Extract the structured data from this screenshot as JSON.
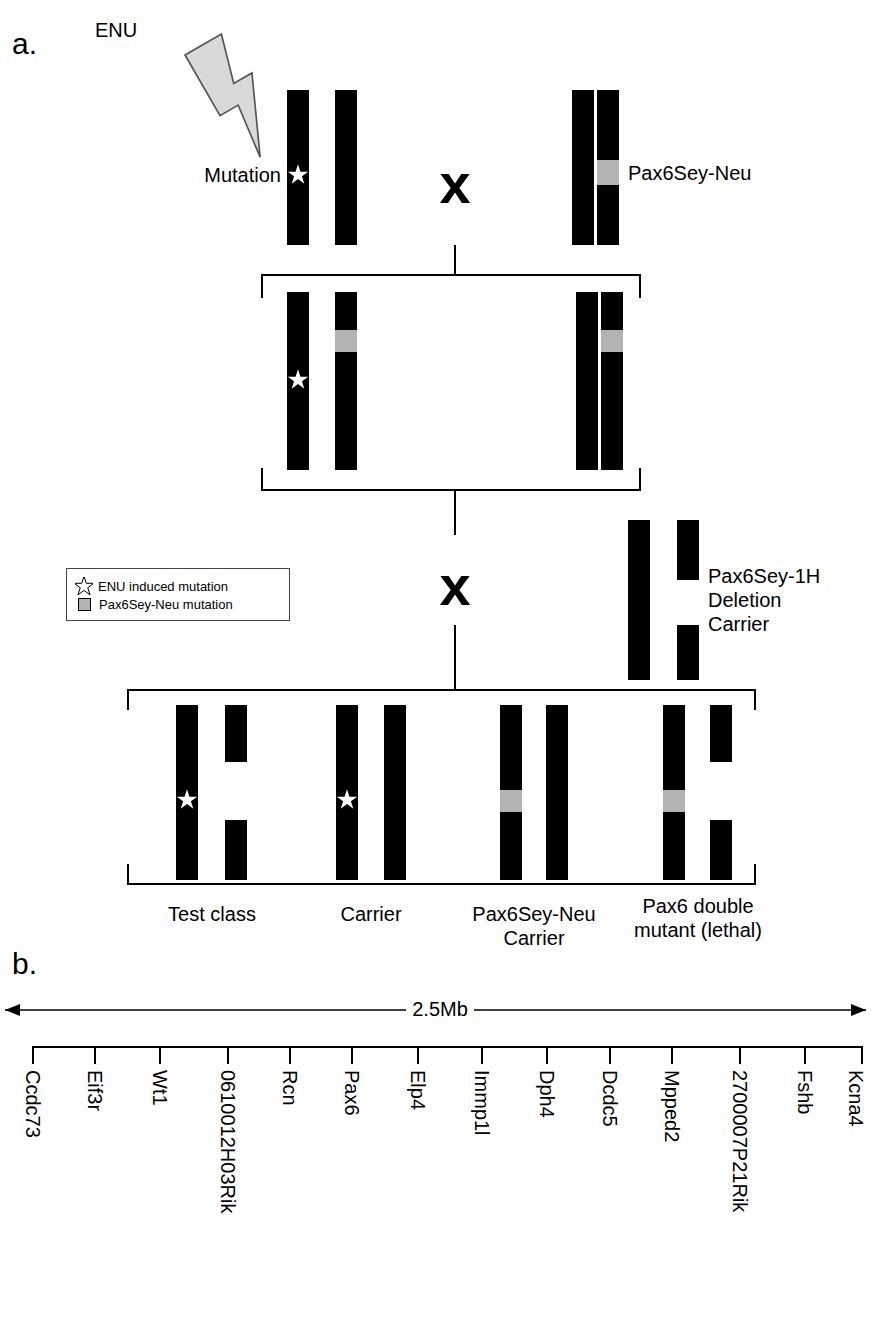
{
  "diagram": {
    "labels": [
      "a.",
      "ENU",
      "Mutation",
      "x",
      "Pax6Sey-Neu",
      "x",
      "Pax6Sey-1H Deletion Carrier",
      "Test class",
      "Carrier",
      "Pax6Sey-Neu Carrier",
      "Pax6 double mutant (lethal)",
      "b.",
      "2.5Mb",
      "Ccdc73",
      "Eif3r",
      "Wt1",
      "0610012H03Rik",
      "Rcn",
      "Pax6",
      "Elp4",
      "Immp1l",
      "Dph4",
      "Dcdc5",
      "Mpped2",
      "2700007P21Rik",
      "Fshb",
      "Kcna4"
    ],
    "legend": [
      {
        "text": "ENU induced mutation"
      },
      {
        "text": "Pax6Sey-Neu mutation",
        "color": "#b3b3b3"
      }
    ]
  }
}
